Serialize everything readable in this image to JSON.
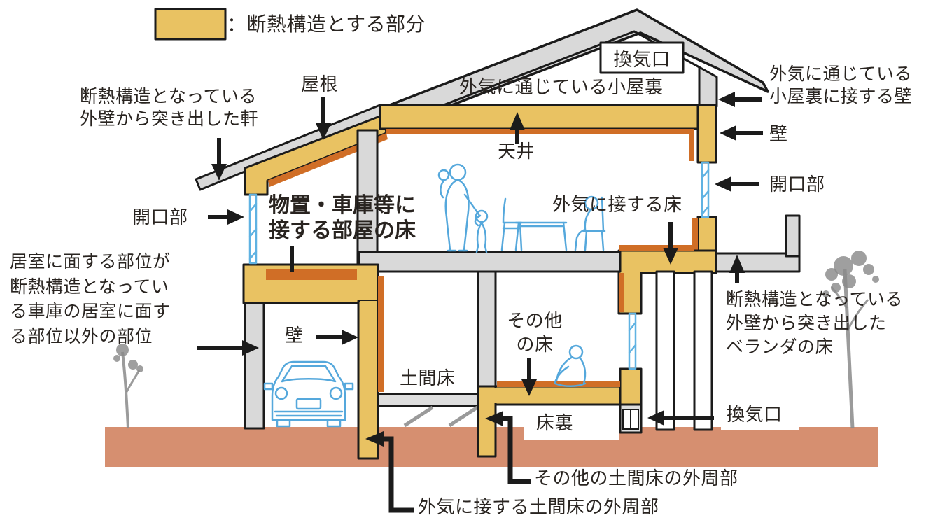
{
  "legend": {
    "label": "：断熱構造とする部分"
  },
  "labels": {
    "eaves": "断熱構造となっている\n外壁から突き出した軒",
    "roof": "屋根",
    "vent_top": "換気口",
    "attic": "外気に通じている小屋裏",
    "ceiling": "天井",
    "attic_wall": "外気に通じている\n小屋裏に接する壁",
    "wall_right": "壁",
    "opening_right": "開口部",
    "opening_left": "開口部",
    "storage_room_floor": "物置・車庫等に\n接する部屋の床",
    "floor_outside_air": "外気に接する床",
    "garage_non_living": "居室に面する部位が\n断熱構造となってい\nる車庫の居室に面す\nる部位以外の部位",
    "veranda_floor": "断熱構造となっている\n外壁から突き出した\nベランダの床",
    "wall_garage": "壁",
    "doma_floor": "土間床",
    "other_floor": "その他\nの床",
    "under_floor": "床裏",
    "vent_bottom": "換気口",
    "perimeter_other": "その他の土間床の外周部",
    "perimeter_outside": "外気に接する土間床の外周部"
  },
  "colors": {
    "insulation_yellow": "#E9C262",
    "interior_orange": "#D06E26",
    "structure_grey": "#D9D9D9",
    "ground_salmon": "#D68F70",
    "figure_blue": "#55A8DC",
    "outline_black": "#1b1b1b"
  }
}
